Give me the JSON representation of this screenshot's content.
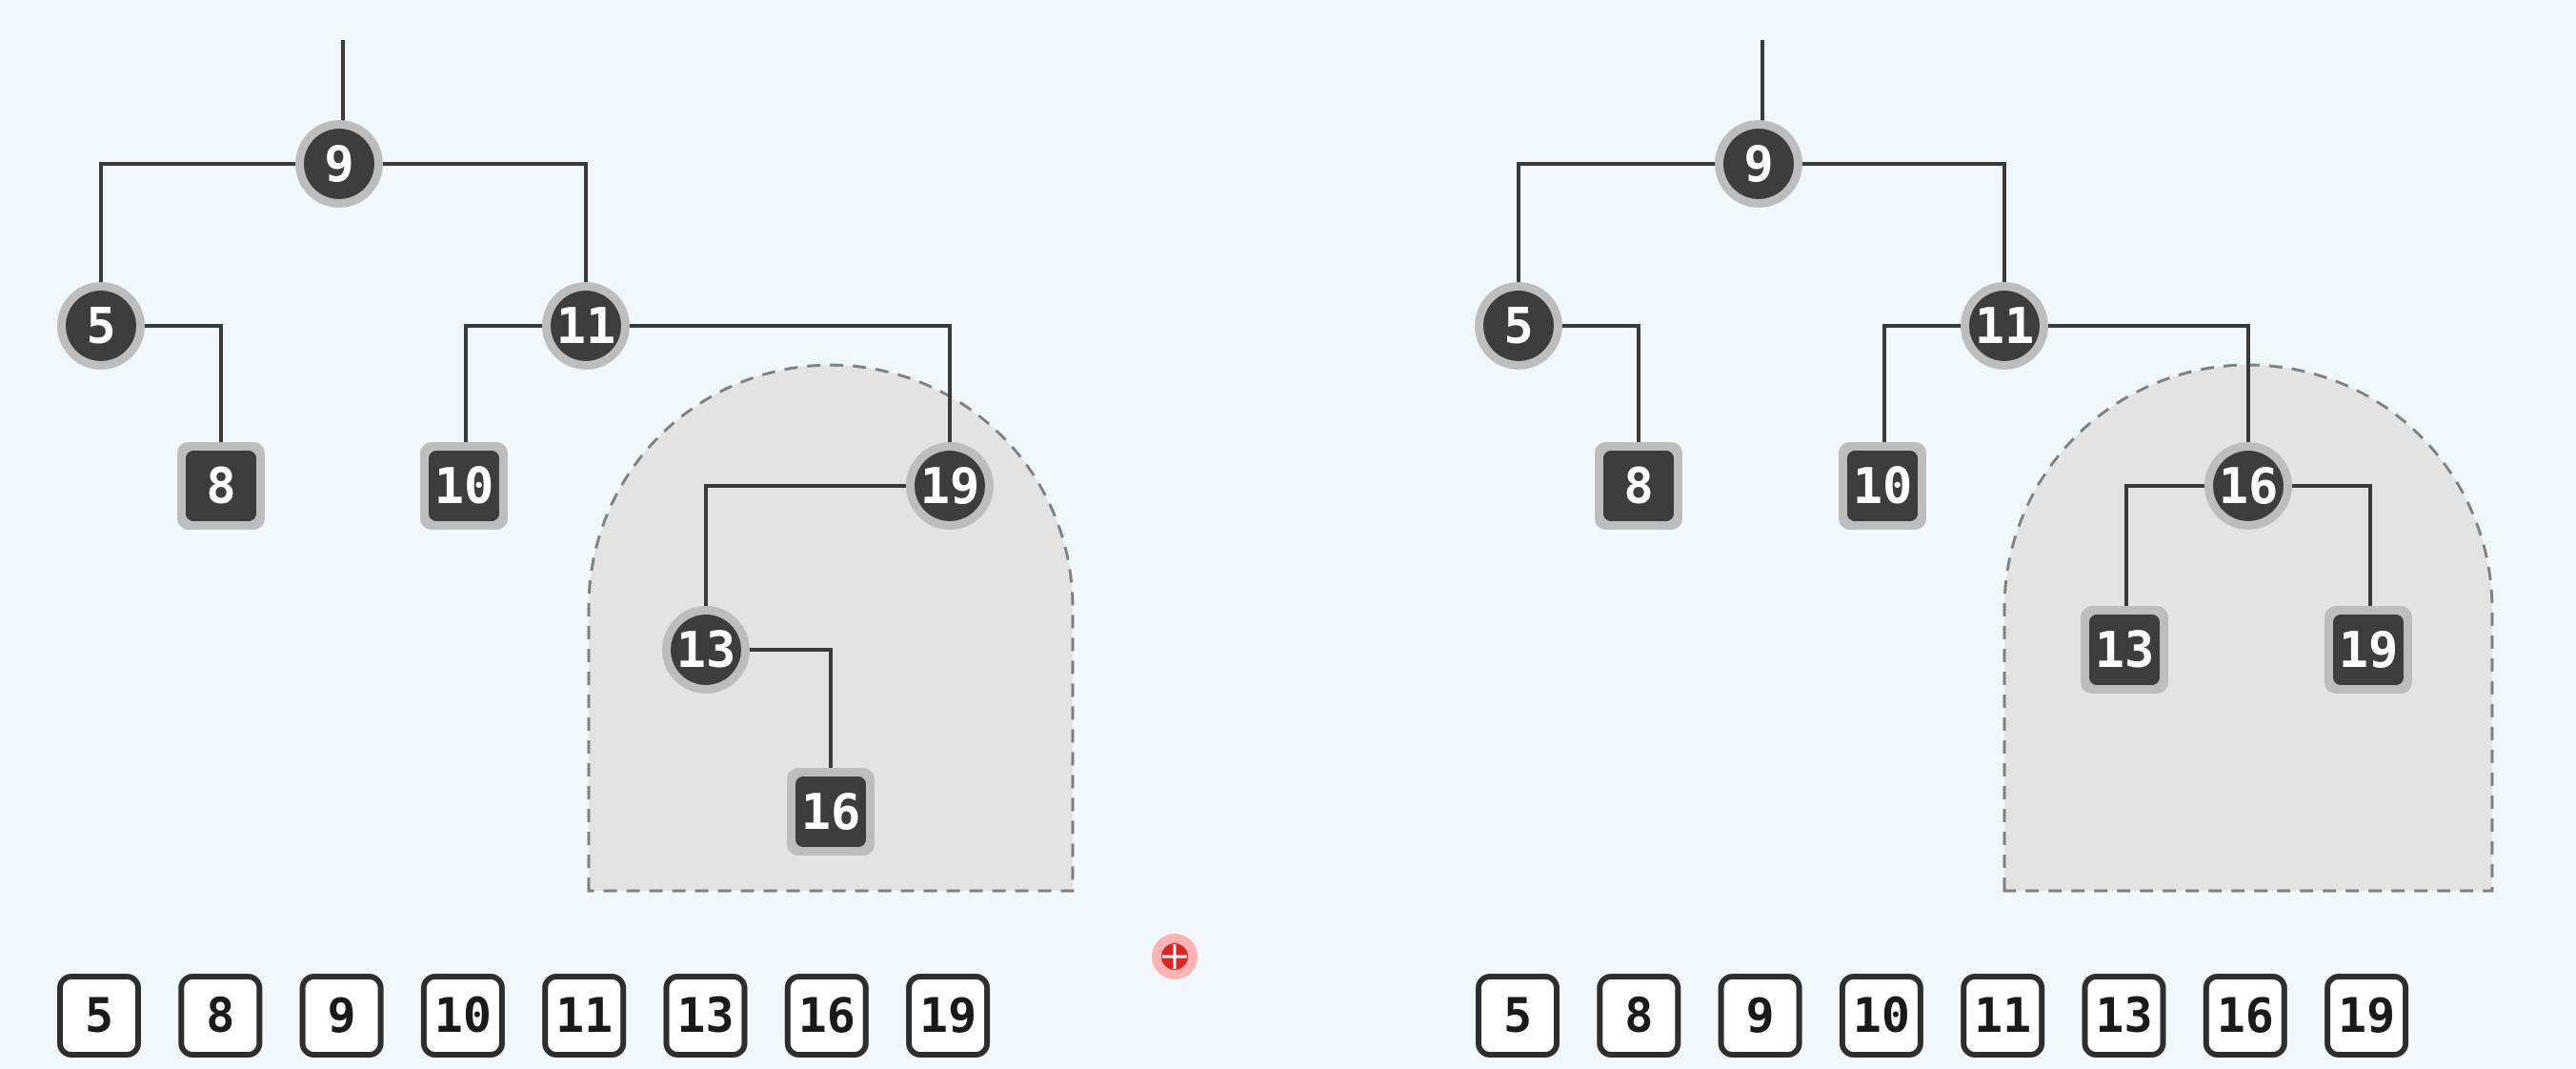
{
  "diagrams": [
    {
      "name": "before-rotation",
      "nodes": [
        {
          "id": "n9",
          "label": "9",
          "kind": "circle"
        },
        {
          "id": "n5",
          "label": "5",
          "kind": "circle"
        },
        {
          "id": "n11",
          "label": "11",
          "kind": "circle"
        },
        {
          "id": "n8",
          "label": "8",
          "kind": "square"
        },
        {
          "id": "n10",
          "label": "10",
          "kind": "square"
        },
        {
          "id": "n19",
          "label": "19",
          "kind": "circle"
        },
        {
          "id": "n13",
          "label": "13",
          "kind": "circle"
        },
        {
          "id": "n16",
          "label": "16",
          "kind": "square"
        }
      ],
      "edges": [
        [
          "n9",
          "n5"
        ],
        [
          "n9",
          "n11"
        ],
        [
          "n5",
          "n8"
        ],
        [
          "n11",
          "n10"
        ],
        [
          "n11",
          "n19"
        ],
        [
          "n19",
          "n13"
        ],
        [
          "n13",
          "n16"
        ]
      ],
      "sorted_keys": [
        "5",
        "8",
        "9",
        "10",
        "11",
        "13",
        "16",
        "19"
      ]
    },
    {
      "name": "after-rotation",
      "nodes": [
        {
          "id": "n9",
          "label": "9",
          "kind": "circle"
        },
        {
          "id": "n5",
          "label": "5",
          "kind": "circle"
        },
        {
          "id": "n11",
          "label": "11",
          "kind": "circle"
        },
        {
          "id": "n8",
          "label": "8",
          "kind": "square"
        },
        {
          "id": "n10",
          "label": "10",
          "kind": "square"
        },
        {
          "id": "n16",
          "label": "16",
          "kind": "circle"
        },
        {
          "id": "n13",
          "label": "13",
          "kind": "square"
        },
        {
          "id": "n19",
          "label": "19",
          "kind": "square"
        }
      ],
      "edges": [
        [
          "n9",
          "n5"
        ],
        [
          "n9",
          "n11"
        ],
        [
          "n5",
          "n8"
        ],
        [
          "n11",
          "n10"
        ],
        [
          "n11",
          "n16"
        ],
        [
          "n16",
          "n13"
        ],
        [
          "n16",
          "n19"
        ]
      ],
      "sorted_keys": [
        "5",
        "8",
        "9",
        "10",
        "11",
        "13",
        "16",
        "19"
      ]
    }
  ],
  "colors": {
    "background": "#f2f7fc",
    "node": "#3d3d3d",
    "halo": "#bdbdbd",
    "edge": "#3a3a3a",
    "region": "#e3e3e3",
    "cursor": "#e02424"
  },
  "icons": {
    "cursor": "click-target-icon"
  }
}
